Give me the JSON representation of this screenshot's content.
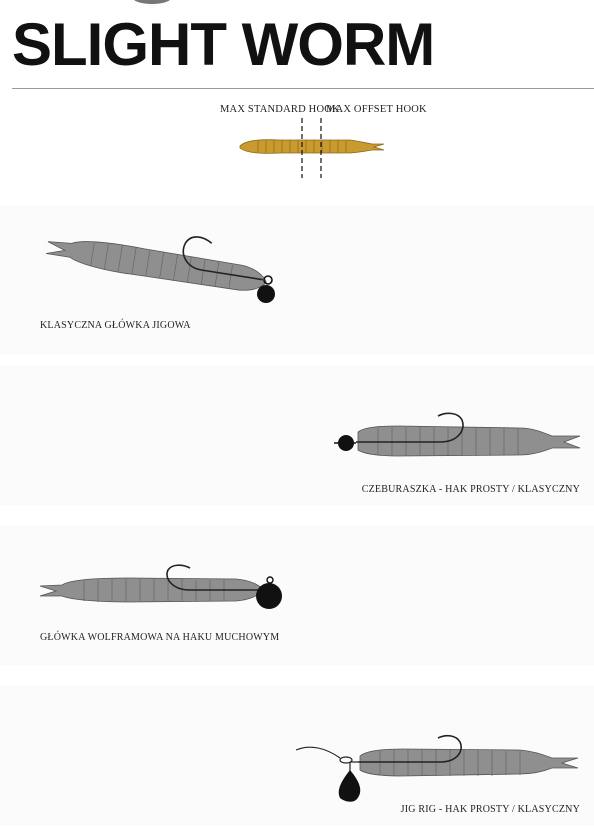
{
  "title": "SLIGHT WORM",
  "hook_labels": {
    "standard": "MAX STANDARD HOOK",
    "offset": "MAX OFFSET HOOK"
  },
  "rigs": [
    {
      "label": "KLASYCZNA GŁÓWKA JIGOWA"
    },
    {
      "label": "CZEBURASZKA - HAK PROSTY / KLASYCZNY"
    },
    {
      "label": "GŁÓWKA WOLFRAMOWA NA HAKU MUCHOWYM"
    },
    {
      "label": "JIG RIG - HAK PROSTY / KLASYCZNY"
    }
  ],
  "colors": {
    "lure_yellow": "#c99a2e",
    "lure_grey": "#8f8f8f",
    "weight": "#111111"
  }
}
